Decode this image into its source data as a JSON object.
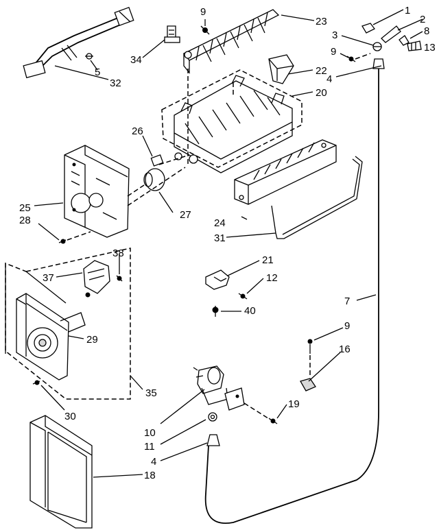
{
  "diagram": {
    "callouts": [
      {
        "id": "c9a",
        "text": "9"
      },
      {
        "id": "c23",
        "text": "23"
      },
      {
        "id": "c1",
        "text": "1"
      },
      {
        "id": "c2",
        "text": "2"
      },
      {
        "id": "c3",
        "text": "3"
      },
      {
        "id": "c8",
        "text": "8"
      },
      {
        "id": "c9b",
        "text": "9"
      },
      {
        "id": "c13",
        "text": "13"
      },
      {
        "id": "c34",
        "text": "34"
      },
      {
        "id": "c5",
        "text": "5"
      },
      {
        "id": "c32",
        "text": "32"
      },
      {
        "id": "c22",
        "text": "22"
      },
      {
        "id": "c4a",
        "text": "4"
      },
      {
        "id": "c20",
        "text": "20"
      },
      {
        "id": "c26",
        "text": "26"
      },
      {
        "id": "c25",
        "text": "25"
      },
      {
        "id": "c28",
        "text": "28"
      },
      {
        "id": "c27",
        "text": "27"
      },
      {
        "id": "c24",
        "text": "24"
      },
      {
        "id": "c31",
        "text": "31"
      },
      {
        "id": "c38",
        "text": "38"
      },
      {
        "id": "c37",
        "text": "37"
      },
      {
        "id": "c21",
        "text": "21"
      },
      {
        "id": "c12",
        "text": "12"
      },
      {
        "id": "c40",
        "text": "40"
      },
      {
        "id": "c7",
        "text": "7"
      },
      {
        "id": "c29",
        "text": "29"
      },
      {
        "id": "c9c",
        "text": "9"
      },
      {
        "id": "c16",
        "text": "16"
      },
      {
        "id": "c35",
        "text": "35"
      },
      {
        "id": "c30",
        "text": "30"
      },
      {
        "id": "c19",
        "text": "19"
      },
      {
        "id": "c10",
        "text": "10"
      },
      {
        "id": "c11",
        "text": "11"
      },
      {
        "id": "c4b",
        "text": "4"
      },
      {
        "id": "c18",
        "text": "18"
      }
    ]
  }
}
